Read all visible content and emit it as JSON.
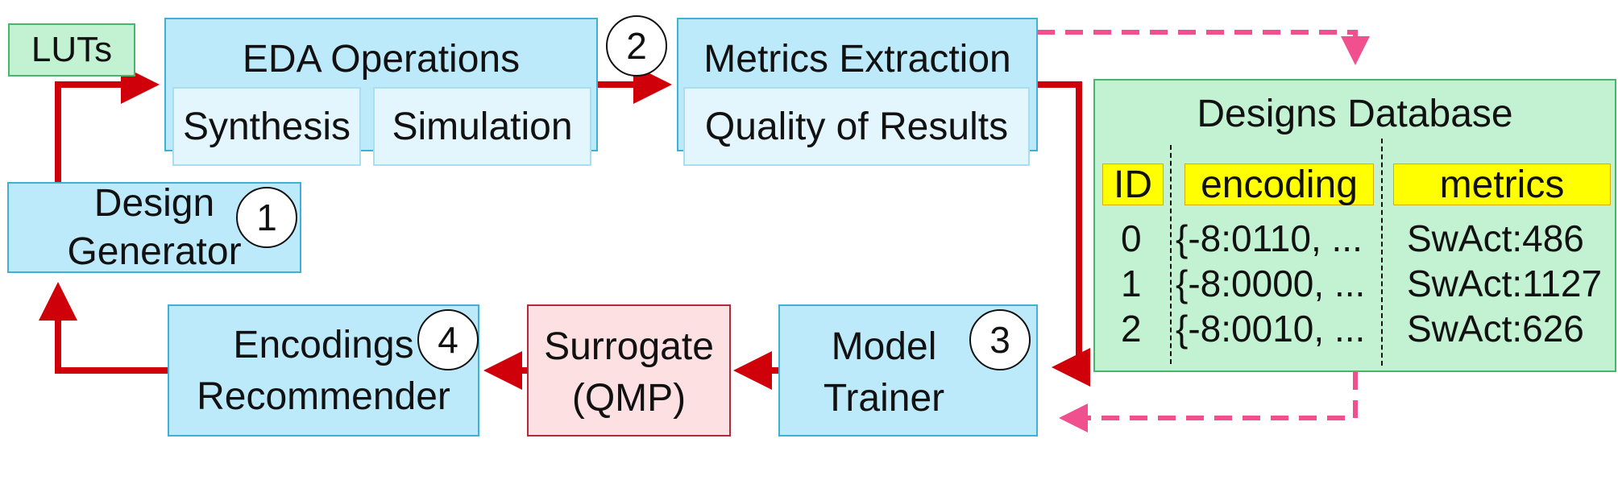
{
  "luts": "LUTs",
  "eda": {
    "title": "EDA Operations",
    "sub": [
      "Synthesis",
      "Simulation"
    ]
  },
  "metrics_box": {
    "title": "Metrics Extraction",
    "sub": "Quality of Results"
  },
  "design_gen": {
    "line1": "Design",
    "line2": "Generator",
    "step": "1"
  },
  "step2": "2",
  "model_trainer": {
    "line1": "Model",
    "line2": "Trainer",
    "step": "3"
  },
  "surrogate": {
    "line1": "Surrogate",
    "line2": "(QMP)"
  },
  "recommender": {
    "line1": "Encodings",
    "line2": "Recommender",
    "step": "4"
  },
  "database": {
    "title": "Designs Database",
    "headers": [
      "ID",
      "encoding",
      "metrics"
    ],
    "rows": [
      {
        "id": "0",
        "encoding": "{-8:0110, ...",
        "metrics": "SwAct:486"
      },
      {
        "id": "1",
        "encoding": "{-8:0000, ...",
        "metrics": "SwAct:1127"
      },
      {
        "id": "2",
        "encoding": "{-8:0010, ...",
        "metrics": "SwAct:626"
      }
    ]
  },
  "colors": {
    "arrow": "#d0000a",
    "dashed": "#f0508e",
    "box_fill": "#bdeafb",
    "db_fill": "#c2f2d2",
    "header": "#ffff00"
  }
}
